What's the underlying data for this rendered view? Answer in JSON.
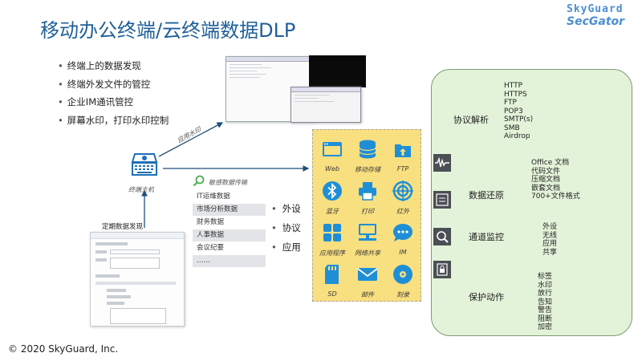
{
  "title": "移动办公终端/云终端数据DLP",
  "logo": {
    "top_text": "SkyGuard",
    "bottom_text": "SecGator"
  },
  "bullets": [
    "终端上的数据发现",
    "终端外发文件的管控",
    "企业IM通讯管控",
    "屏幕水印，打印水印控制"
  ],
  "watermark_label": "应用水印",
  "terminal_label": "终端主机",
  "periodic_discovery_label": "定期数据发现",
  "network_transfer_label": "敏感数据传输",
  "categories": [
    "IT运维数据",
    "市场分析数据",
    "财务数据",
    "人事数据",
    "会议纪要",
    "……"
  ],
  "sub_bullets": [
    "外设",
    "协议",
    "应用"
  ],
  "channels": [
    {
      "label": "Web",
      "icon": "web-icon"
    },
    {
      "label": "移动存储",
      "icon": "storage-icon"
    },
    {
      "label": "FTP",
      "icon": "ftp-icon"
    },
    {
      "label": "蓝牙",
      "icon": "bluetooth-icon"
    },
    {
      "label": "打印",
      "icon": "printer-icon"
    },
    {
      "label": "红外",
      "icon": "infrared-icon"
    },
    {
      "label": "应用程序",
      "icon": "application-icon"
    },
    {
      "label": "网络共享",
      "icon": "network-share-icon"
    },
    {
      "label": "IM",
      "icon": "chat-icon"
    },
    {
      "label": "SD",
      "icon": "sd-card-icon"
    },
    {
      "label": "邮件",
      "icon": "mail-icon"
    },
    {
      "label": "刻录",
      "icon": "disc-icon"
    }
  ],
  "green_panel": {
    "protocol_label": "协议解析",
    "protocols": [
      "HTTP",
      "HTTPS",
      "FTP",
      "POP3",
      "SMTP(s)",
      "SMB",
      "Airdrop"
    ],
    "restore_label": "数据还原",
    "restore_items": [
      "Office 文档",
      "代码文件",
      "压缩文档",
      "嵌套文档",
      "700+文件格式"
    ],
    "channel_label": "通道监控",
    "channel_items": [
      "外设",
      "无线",
      "应用",
      "共享"
    ],
    "protect_label": "保护动作",
    "protect_items": [
      "标签",
      "水印",
      "放行",
      "告知",
      "警告",
      "阻断",
      "加密"
    ]
  },
  "footer": "© 2020 SkyGuard, Inc.",
  "colors": {
    "title": "#1f5f99",
    "icon_blue": "#1e8fd6",
    "grid_bg": "#f8df80",
    "panel_bg": "#e3f3d9"
  }
}
